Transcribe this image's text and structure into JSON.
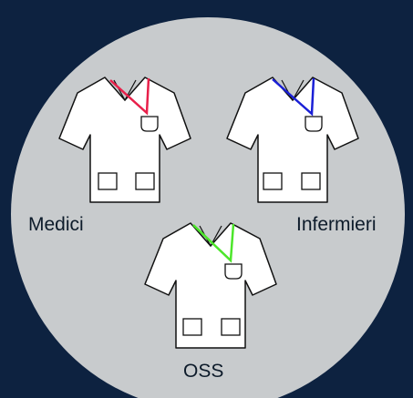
{
  "top_glyph": "ˇ",
  "groups": [
    {
      "label": "Medici",
      "lanyard_color": "#e8204a"
    },
    {
      "label": "Infermieri",
      "lanyard_color": "#1a1fd6"
    },
    {
      "label": "OSS",
      "lanyard_color": "#4ce62a"
    }
  ],
  "colors": {
    "background": "#0d2240",
    "circle": "#c8cbcd",
    "scrub_fill": "#ffffff",
    "scrub_outline": "#111111",
    "text": "#0d1b2a"
  },
  "icons": [
    "scrub-top-icon",
    "lanyard-icon",
    "chest-pocket-icon",
    "lower-pocket-icon"
  ]
}
